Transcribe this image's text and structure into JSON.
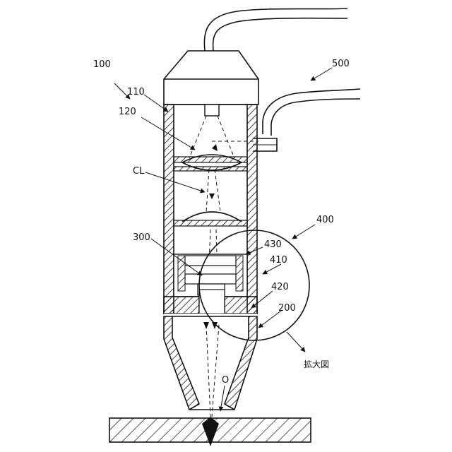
{
  "labels": {
    "device": "100",
    "cap": "110",
    "emitter": "120",
    "lens_group": "CL",
    "lower_unit": "300",
    "magnifier": "400",
    "part_430": "430",
    "part_410": "410",
    "part_420": "420",
    "nozzle": "200",
    "side_tube": "500",
    "focus": "O",
    "magnified_view": "拡大図"
  },
  "icons": {
    "arrow": "arrow-icon"
  }
}
